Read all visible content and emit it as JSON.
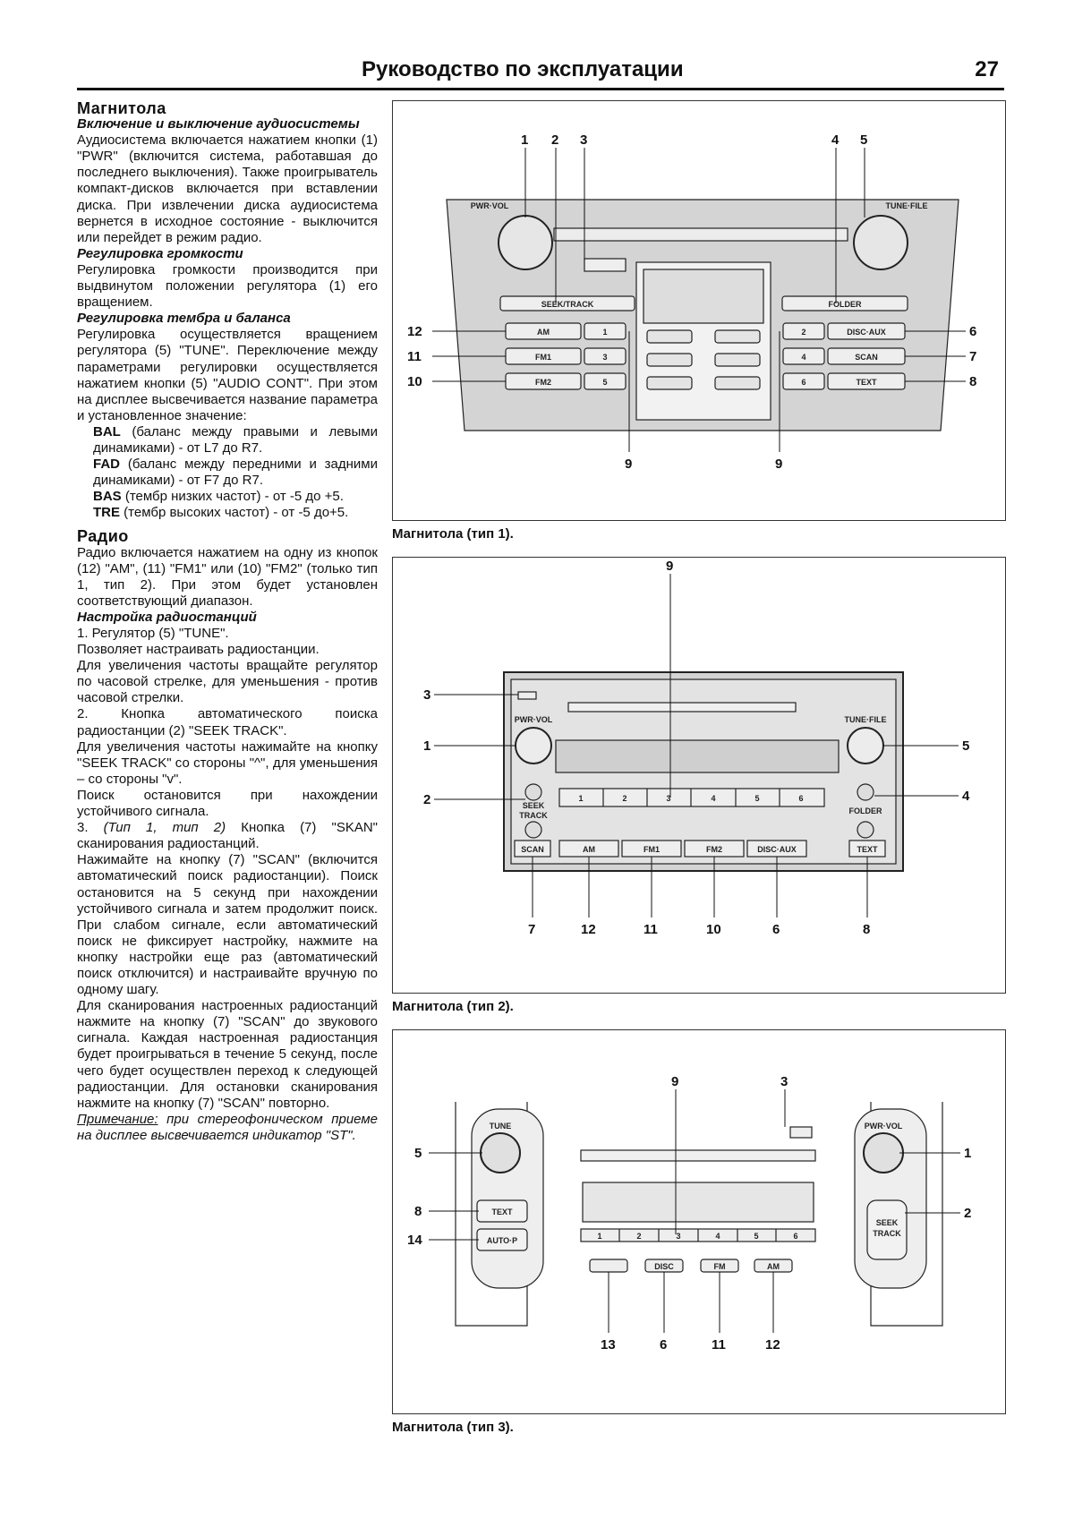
{
  "header": {
    "title": "Руководство по эксплуатации",
    "page_number": "27"
  },
  "left": {
    "sec_magnitola": "Магнитола",
    "sub_onoff": "Включение и выключение аудиосистемы",
    "p_onoff": "Аудиосистема включается нажатием кнопки (1) \"PWR\" (включится система, работавшая до последнего выключения). Также проигрыватель компакт-дисков включается при вставлении диска. При извлечении диска аудиосистема вернется в исходное состояние - выключится или перейдет в режим радио.",
    "sub_volume": "Регулировка громкости",
    "p_volume": "Регулировка громкости производится при выдвинутом положении регулятора (1) его вращением.",
    "sub_tone": "Регулировка тембра и баланса",
    "p_tone": "Регулировка осуществляется вращением регулятора (5) \"TUNE\". Переключение между параметрами регулировки осуществляется нажатием кнопки (5) \"AUDIO CONT\". При этом на дисплее высвечивается название параметра и установленное значение:",
    "params": [
      {
        "key": "BAL",
        "text": " (баланс между правыми и левыми динамиками) - от L7 до R7."
      },
      {
        "key": "FAD",
        "text": " (баланс между передними и задними динамиками) - от F7 до R7."
      },
      {
        "key": "BAS",
        "text": " (тембр низких частот) - от -5 до +5."
      },
      {
        "key": "TRE",
        "text": " (тембр высоких частот) - от -5 до+5."
      }
    ],
    "sec_radio": "Радио",
    "p_radio": "Радио включается нажатием на одну из кнопок (12) \"AM\", (11) \"FM1\" или (10) \"FM2\" (только тип 1, тип 2). При этом будет установлен соответствующий диапазон.",
    "sub_tuning": "Настройка радиостанций",
    "p_t1": "1. Регулятор (5) \"TUNE\".",
    "p_t2": "Позволяет настраивать радиостанции.",
    "p_t3": "Для увеличения частоты вращайте регулятор по часовой стрелке, для уменьшения - против часовой стрелки.",
    "p_t4": "2. Кнопка автоматического поиска радиостанции (2) \"SEEK TRACK\".",
    "p_t5": "Для увеличения частоты нажимайте на кнопку \"SEEK TRACK\" со стороны \"^\", для уменьшения – со стороны \"v\".",
    "p_t6": "Поиск остановится при нахождении устойчивого сигнала.",
    "p_t7a": "3. ",
    "p_t7b": "(Тип 1, тип 2)",
    "p_t7c": " Кнопка (7) \"SKAN\" сканирования радиостанций.",
    "p_t8": "Нажимайте на кнопку (7) \"SCAN\" (включится автоматический поиск радиостанции). Поиск остановится на 5 секунд при нахождении устойчивого сигнала и затем продолжит поиск. При слабом сигнале, если автоматический поиск не фиксирует настройку, нажмите на кнопку настройки еще раз (автоматический поиск отключится) и настраивайте вручную по одному шагу.",
    "p_t9": "Для сканирования настроенных радиостанций нажмите на кнопку (7) \"SCAN\" до звукового сигнала. Каждая настроенная радиостанция будет проигрываться в течение 5 секунд, после чего будет осуществлен переход к следующей радиостанции. Для остановки сканирования нажмите на кнопку (7) \"SCAN\" повторно.",
    "note_label": "Примечание:",
    "note_text": " при стереофоническом приеме на дисплее высвечивается индикатор \"ST\"."
  },
  "fig1": {
    "caption": "Магнитола (тип 1).",
    "callouts": {
      "n1": "1",
      "n2": "2",
      "n3": "3",
      "n4": "4",
      "n5": "5",
      "n6": "6",
      "n7": "7",
      "n8": "8",
      "n9a": "9",
      "n9b": "9",
      "n10": "10",
      "n11": "11",
      "n12": "12"
    },
    "labels": {
      "pwr_vol": "PWR·VOL",
      "tune_file": "TUNE·FILE",
      "seek_track": "SEEK/TRACK",
      "folder": "FOLDER",
      "am": "AM",
      "fm1": "FM1",
      "fm2": "FM2",
      "disc_aux": "DISC·AUX",
      "scan": "SCAN",
      "text": "TEXT",
      "b1": "1",
      "b2": "2",
      "b3": "3",
      "b4": "4",
      "b5": "5",
      "b6": "6"
    }
  },
  "fig2": {
    "caption": "Магнитола (тип 2).",
    "callouts": {
      "n1": "1",
      "n2": "2",
      "n3": "3",
      "n4": "4",
      "n5": "5",
      "n6": "6",
      "n7": "7",
      "n8": "8",
      "n9": "9",
      "n10": "10",
      "n11": "11",
      "n12": "12"
    },
    "labels": {
      "pwr_vol": "PWR·VOL",
      "tune_file": "TUNE·FILE",
      "seek": "SEEK",
      "track": "TRACK",
      "folder": "FOLDER",
      "scan": "SCAN",
      "am": "AM",
      "fm1": "FM1",
      "fm2": "FM2",
      "disc_aux": "DISC·AUX",
      "text": "TEXT",
      "b1": "1",
      "b2": "2",
      "b3": "3",
      "b4": "4",
      "b5": "5",
      "b6": "6"
    }
  },
  "fig3": {
    "caption": "Магнитола (тип 3).",
    "callouts": {
      "n1": "1",
      "n2": "2",
      "n3": "3",
      "n5": "5",
      "n6": "6",
      "n8": "8",
      "n9": "9",
      "n11": "11",
      "n12": "12",
      "n13": "13",
      "n14": "14"
    },
    "labels": {
      "tune": "TUNE",
      "pwr_vol": "PWR·VOL",
      "text": "TEXT",
      "auto_p": "AUTO·P",
      "seek": "SEEK",
      "track": "TRACK",
      "disc": "DISC",
      "fm": "FM",
      "am": "AM",
      "b1": "1",
      "b2": "2",
      "b3": "3",
      "b4": "4",
      "b5": "5",
      "b6": "6"
    }
  }
}
